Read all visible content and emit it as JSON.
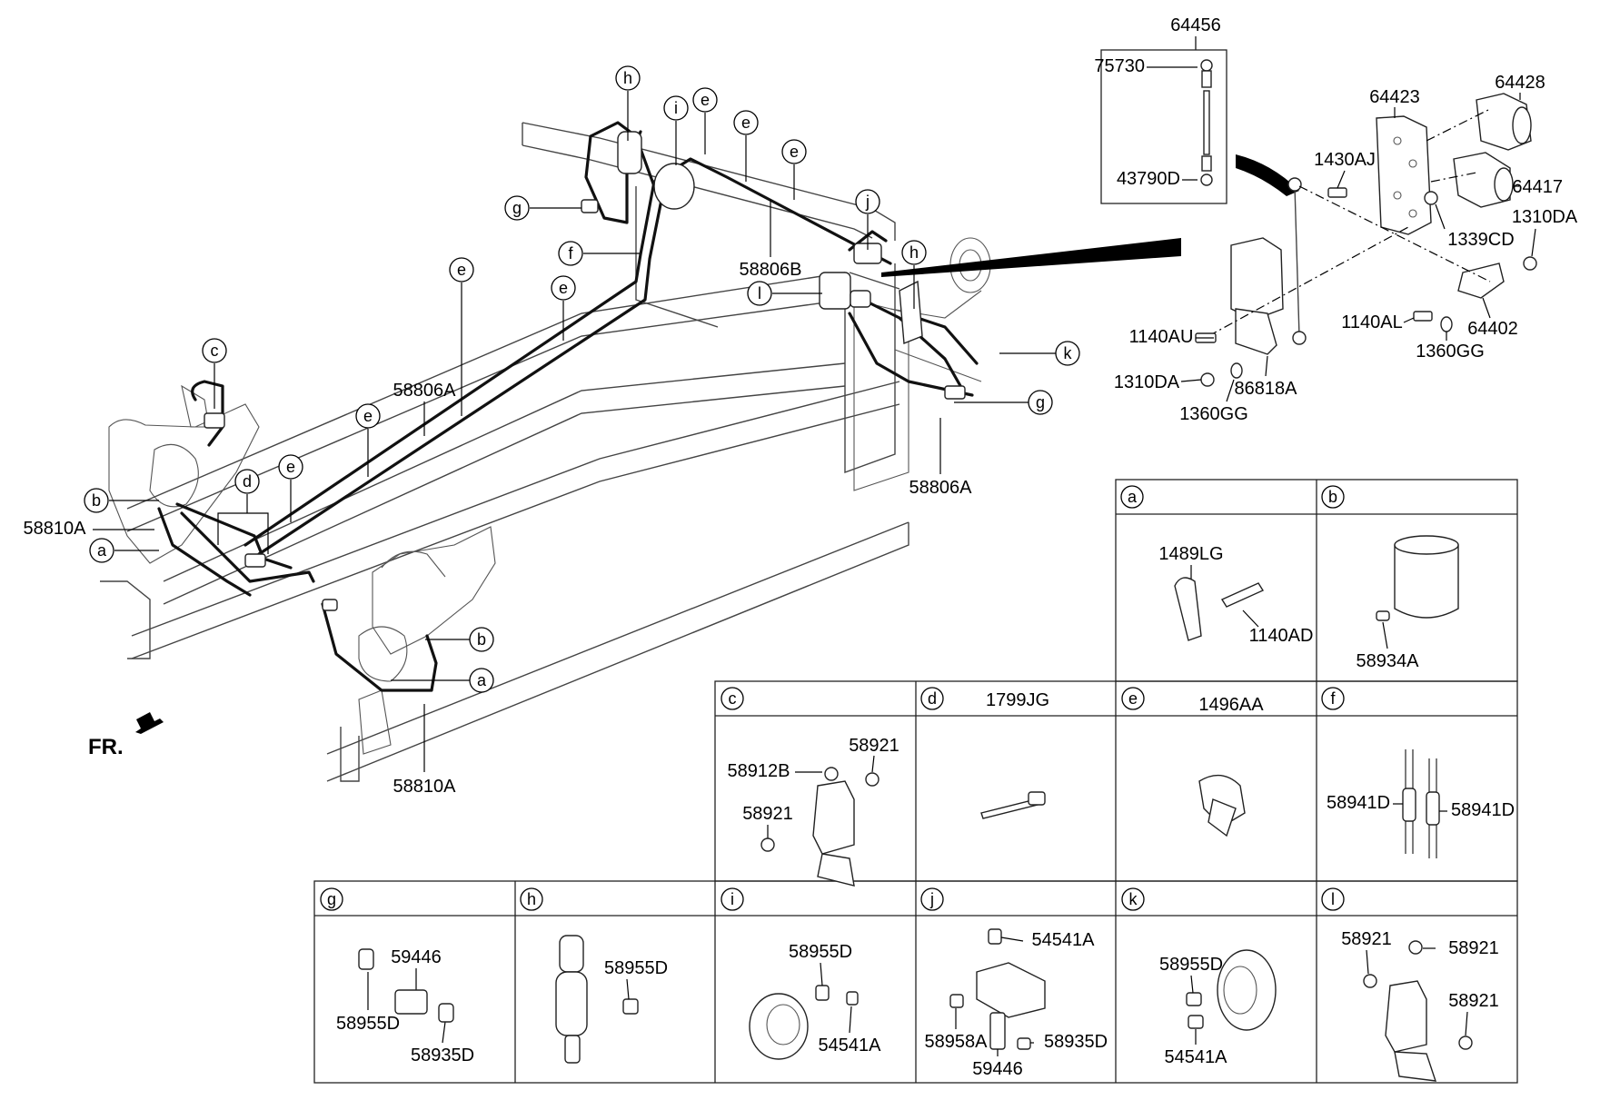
{
  "orientation_label": "FR.",
  "main_callouts": [
    {
      "letter": "h"
    },
    {
      "letter": "i"
    },
    {
      "letter": "e"
    },
    {
      "letter": "e"
    },
    {
      "letter": "e"
    },
    {
      "letter": "g"
    },
    {
      "letter": "f"
    },
    {
      "letter": "j"
    },
    {
      "letter": "h"
    },
    {
      "letter": "l"
    },
    {
      "letter": "k"
    },
    {
      "letter": "g"
    },
    {
      "letter": "e"
    },
    {
      "letter": "e"
    },
    {
      "letter": "e"
    },
    {
      "letter": "c"
    },
    {
      "letter": "e"
    },
    {
      "letter": "d"
    },
    {
      "letter": "b"
    },
    {
      "letter": "a"
    },
    {
      "letter": "b"
    },
    {
      "letter": "a"
    }
  ],
  "main_part_labels": [
    "58806B",
    "58806A",
    "58806A",
    "58810A",
    "58810A"
  ],
  "link_assembly": {
    "box_label": "64456",
    "parts": [
      "75730",
      "43790D"
    ]
  },
  "sensor_assembly_labels": [
    "64423",
    "64428",
    "1430AJ",
    "64417",
    "1339CD",
    "1310DA",
    "1140AU",
    "1140AL",
    "64402",
    "1360GG",
    "1310DA",
    "86818A",
    "1360GG"
  ],
  "detail_panels": [
    {
      "letter": "a",
      "header_part": "",
      "parts": [
        "1489LG",
        "1140AD"
      ]
    },
    {
      "letter": "b",
      "header_part": "",
      "parts": [
        "58934A"
      ]
    },
    {
      "letter": "c",
      "header_part": "",
      "parts": [
        "58912B",
        "58921",
        "58921"
      ]
    },
    {
      "letter": "d",
      "header_part": "1799JG",
      "parts": []
    },
    {
      "letter": "e",
      "header_part": "1496AA",
      "parts": []
    },
    {
      "letter": "f",
      "header_part": "",
      "parts": [
        "58941D",
        "58941D"
      ]
    },
    {
      "letter": "g",
      "header_part": "",
      "parts": [
        "59446",
        "58955D",
        "58935D"
      ]
    },
    {
      "letter": "h",
      "header_part": "",
      "parts": [
        "58955D"
      ]
    },
    {
      "letter": "i",
      "header_part": "",
      "parts": [
        "58955D",
        "54541A"
      ]
    },
    {
      "letter": "j",
      "header_part": "",
      "parts": [
        "54541A",
        "58958A",
        "58935D",
        "59446"
      ]
    },
    {
      "letter": "k",
      "header_part": "",
      "parts": [
        "58955D",
        "54541A"
      ]
    },
    {
      "letter": "l",
      "header_part": "",
      "parts": [
        "58921",
        "58921",
        "58921"
      ]
    }
  ]
}
